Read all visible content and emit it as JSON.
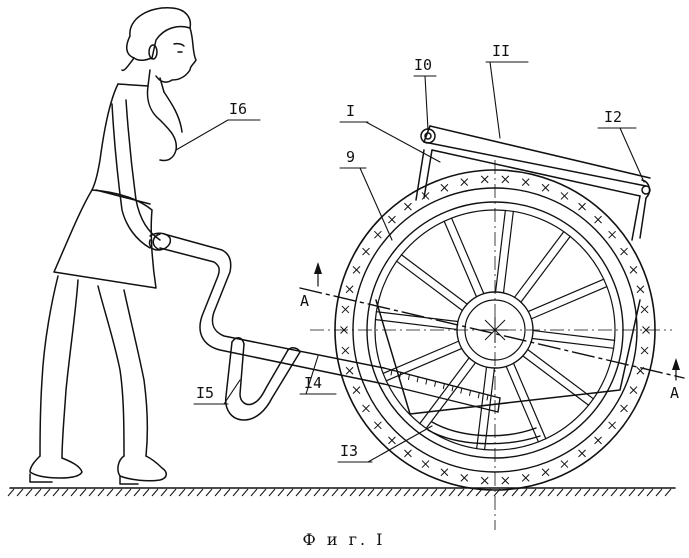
{
  "figure": {
    "caption": "Ф и г. I",
    "labels": {
      "l16": "I6",
      "l10": "I0",
      "l11": "II",
      "l1": "I",
      "l12": "I2",
      "l9": "9",
      "l15": "I5",
      "l14": "I4",
      "l13": "I3",
      "sectionA1": "A",
      "sectionA2": "A"
    },
    "colors": {
      "ink": "#111111",
      "paper": "#ffffff"
    }
  }
}
